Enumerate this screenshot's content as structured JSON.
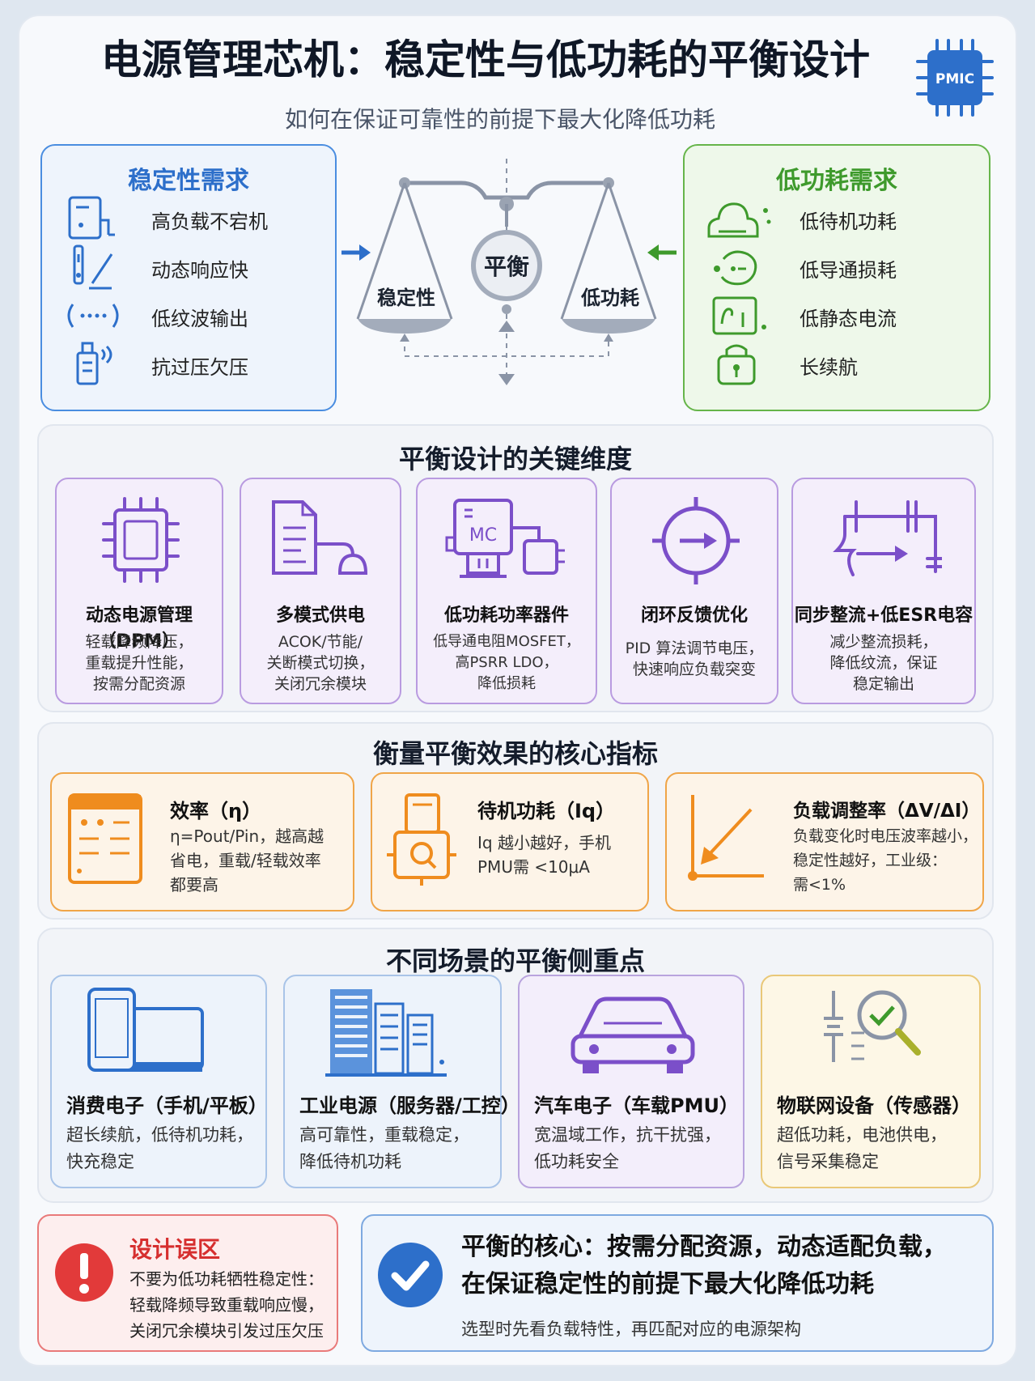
{
  "header": {
    "title": "电源管理芯机：稳定性与低功耗的平衡设计",
    "subtitle": "如何在保证可靠性的前提下最大化降低功耗",
    "badge": "PMIC"
  },
  "stability": {
    "title": "稳定性需求",
    "items": [
      {
        "icon": "server-icon",
        "label": "高负载不宕机"
      },
      {
        "icon": "pen-icon",
        "label": "动态响应快"
      },
      {
        "icon": "wave-icon",
        "label": "低纹波输出"
      },
      {
        "icon": "shield-icon",
        "label": "抗过压欠压"
      }
    ]
  },
  "lowpower": {
    "title": "低功耗需求",
    "items": [
      {
        "icon": "cloud-icon",
        "label": "低待机功耗"
      },
      {
        "icon": "loop-icon",
        "label": "低导通损耗"
      },
      {
        "icon": "gauge-icon",
        "label": "低静态电流"
      },
      {
        "icon": "battery-icon",
        "label": "长续航"
      }
    ]
  },
  "scale": {
    "center": "平衡",
    "left": "稳定性",
    "right": "低功耗"
  },
  "dimensions": {
    "title": "平衡设计的关键维度",
    "items": [
      {
        "icon": "chip-icon",
        "title": "动态电源管理（DPM）",
        "lines": [
          "轻载降频降压，",
          "重载提升性能，",
          "按需分配资源"
        ]
      },
      {
        "icon": "document-icon",
        "title": "多模式供电",
        "lines": [
          "ACOK/节能/",
          "关断模式切换，",
          "关闭冗余模块"
        ]
      },
      {
        "icon": "mcu-icon",
        "title": "低功耗功率器件",
        "mcu": "MC",
        "lines": [
          "低导通电阻MOSFET，",
          "高PSRR LDO，",
          "降低损耗"
        ]
      },
      {
        "icon": "target-icon",
        "title": "闭环反馈优化",
        "lines": [
          "PID 算法调节电压，",
          "快速响应负载突变"
        ]
      },
      {
        "icon": "circuit-icon",
        "title": "同步整流+低ESR电容",
        "lines": [
          "减少整流损耗，",
          "降低纹流，保证",
          "稳定输出"
        ]
      }
    ]
  },
  "metrics": {
    "title": "衡量平衡效果的核心指标",
    "items": [
      {
        "icon": "table-icon",
        "title": "效率（η）",
        "lines": [
          "η=Pout/Pin，越高越",
          "省电，重载/轻载效率",
          "都要高"
        ]
      },
      {
        "icon": "standby-icon",
        "title": "待机功耗（Iq）",
        "lines": [
          "Iq 越小越好，手机",
          "PMU需 <10μA"
        ]
      },
      {
        "icon": "chart-icon",
        "title": "负载调整率（ΔV/ΔI）",
        "lines": [
          "负载变化时电压波率越小，",
          "稳定性越好，工业级：",
          "需<1%"
        ]
      }
    ]
  },
  "scenarios": {
    "title": "不同场景的平衡侧重点",
    "items": [
      {
        "icon": "devices-icon",
        "title": "消费电子（手机/平板）",
        "lines": [
          "超长续航，低待机功耗，",
          "快充稳定"
        ]
      },
      {
        "icon": "building-icon",
        "title": "工业电源（服务器/工控）",
        "lines": [
          "高可靠性，重载稳定，",
          "降低待机功耗"
        ]
      },
      {
        "icon": "car-icon",
        "title": "汽车电子（车载PMU）",
        "lines": [
          "宽温域工作，抗干扰强，",
          "低功耗安全"
        ]
      },
      {
        "icon": "sensor-icon",
        "title": "物联网设备（传感器）",
        "lines": [
          "超低功耗，电池供电，",
          "信号采集稳定"
        ]
      }
    ]
  },
  "warning": {
    "title": "设计误区",
    "lines": [
      "不要为低功耗牺牲稳定性：",
      "轻载降频导致重载响应慢，",
      "关闭冗余模块引发过压欠压"
    ]
  },
  "core": {
    "lines": [
      "平衡的核心：按需分配资源，动态适配负载，",
      "在保证稳定性的前提下最大化降低功耗"
    ],
    "note": "选型时先看负载特性，再匹配对应的电源架构"
  },
  "colors": {
    "blue": "#2d6fca",
    "green": "#3e9a2c",
    "purple": "#7b4fc9",
    "orange": "#ef8c1e",
    "red": "#d62f2f"
  }
}
